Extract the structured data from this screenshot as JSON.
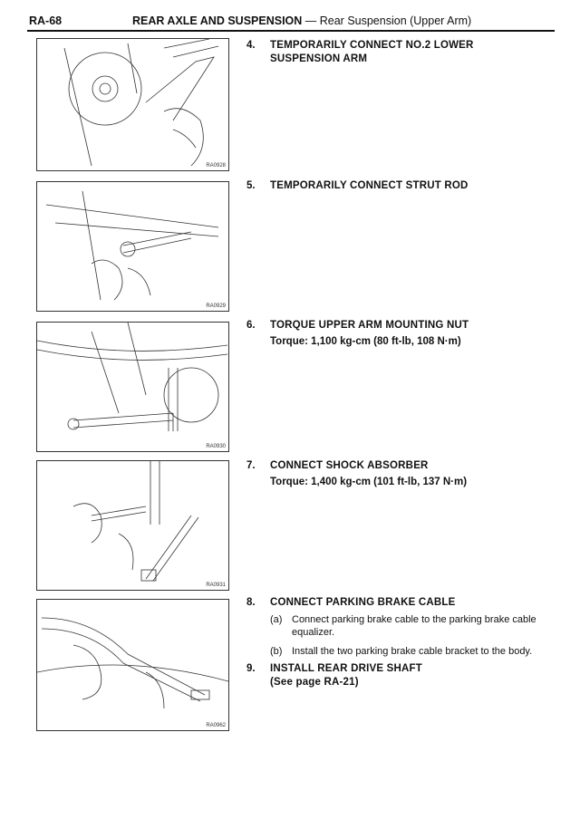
{
  "header": {
    "page_number": "RA-68",
    "section": "REAR AXLE AND SUSPENSION",
    "separator": " — ",
    "subsection": "Rear Suspension (Upper Arm)"
  },
  "figures": [
    {
      "code": "RA0928"
    },
    {
      "code": "RA0929"
    },
    {
      "code": "RA0930"
    },
    {
      "code": "RA0931"
    },
    {
      "code": "RA0962"
    }
  ],
  "steps": [
    {
      "num": "4.",
      "title": "TEMPORARILY CONNECT NO.2 LOWER SUSPENSION ARM"
    },
    {
      "num": "5.",
      "title": "TEMPORARILY CONNECT STRUT ROD"
    },
    {
      "num": "6.",
      "title": "TORQUE UPPER ARM MOUNTING NUT",
      "torque": "Torque:   1,100 kg-cm (80 ft-lb, 108 N·m)"
    },
    {
      "num": "7.",
      "title": "CONNECT SHOCK ABSORBER",
      "torque": "Torque:   1,400 kg-cm (101 ft-lb, 137 N·m)"
    },
    {
      "num": "8.",
      "title": "CONNECT PARKING BRAKE CABLE",
      "subs": [
        {
          "label": "(a)",
          "text": "Connect parking brake cable to the parking brake cable equalizer."
        },
        {
          "label": "(b)",
          "text": "Install the two parking brake cable bracket to the body."
        }
      ]
    },
    {
      "num": "9.",
      "title": "INSTALL REAR DRIVE SHAFT",
      "ref": "(See page RA-21)"
    }
  ]
}
